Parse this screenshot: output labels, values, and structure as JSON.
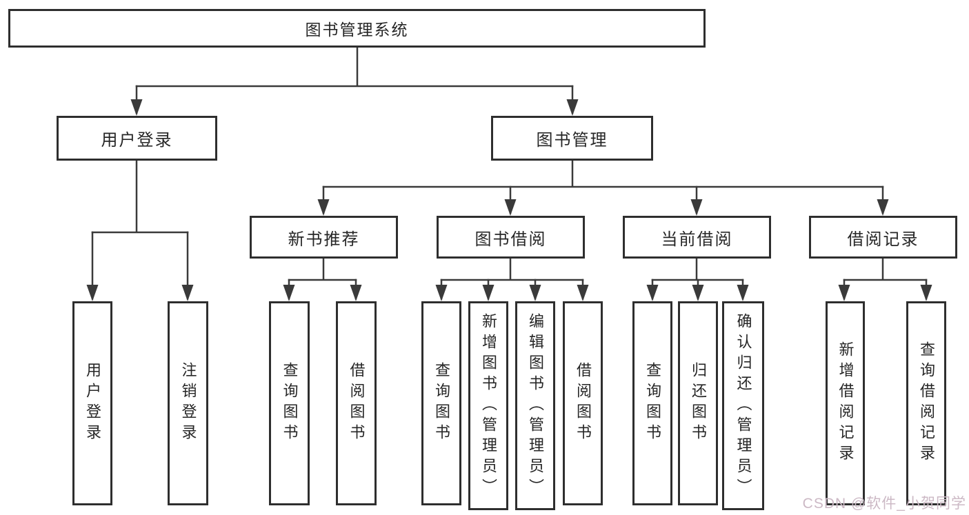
{
  "diagram": {
    "title_node": {
      "label": "图书管理系统"
    },
    "level2": [
      {
        "label": "用户登录"
      },
      {
        "label": "图书管理"
      }
    ],
    "level3": [
      {
        "label": "新书推荐",
        "parent": "图书管理"
      },
      {
        "label": "图书借阅",
        "parent": "图书管理"
      },
      {
        "label": "当前借阅",
        "parent": "图书管理"
      },
      {
        "label": "借阅记录",
        "parent": "图书管理"
      }
    ],
    "leaves": [
      {
        "label": "用户登录",
        "parent": "用户登录"
      },
      {
        "label": "注销登录",
        "parent": "用户登录"
      },
      {
        "label": "查询图书",
        "parent": "新书推荐"
      },
      {
        "label": "借阅图书",
        "parent": "新书推荐"
      },
      {
        "label": "查询图书",
        "parent": "图书借阅"
      },
      {
        "label": "新增图书（管理员）",
        "parent": "图书借阅"
      },
      {
        "label": "编辑图书（管理员）",
        "parent": "图书借阅"
      },
      {
        "label": "借阅图书",
        "parent": "图书借阅"
      },
      {
        "label": "查询图书",
        "parent": "当前借阅"
      },
      {
        "label": "归还图书",
        "parent": "当前借阅"
      },
      {
        "label": "确认归还（管理员）",
        "parent": "当前借阅"
      },
      {
        "label": "新增借阅记录",
        "parent": "借阅记录"
      },
      {
        "label": "查询借阅记录",
        "parent": "借阅记录"
      }
    ]
  },
  "watermark": {
    "text": "CSDN @软件_小贺同学"
  },
  "colors": {
    "line": "#3a3a3a",
    "box_border": "#2e2e2e",
    "text": "#262626",
    "watermark": "#ccb9c5",
    "background": "#ffffff"
  }
}
